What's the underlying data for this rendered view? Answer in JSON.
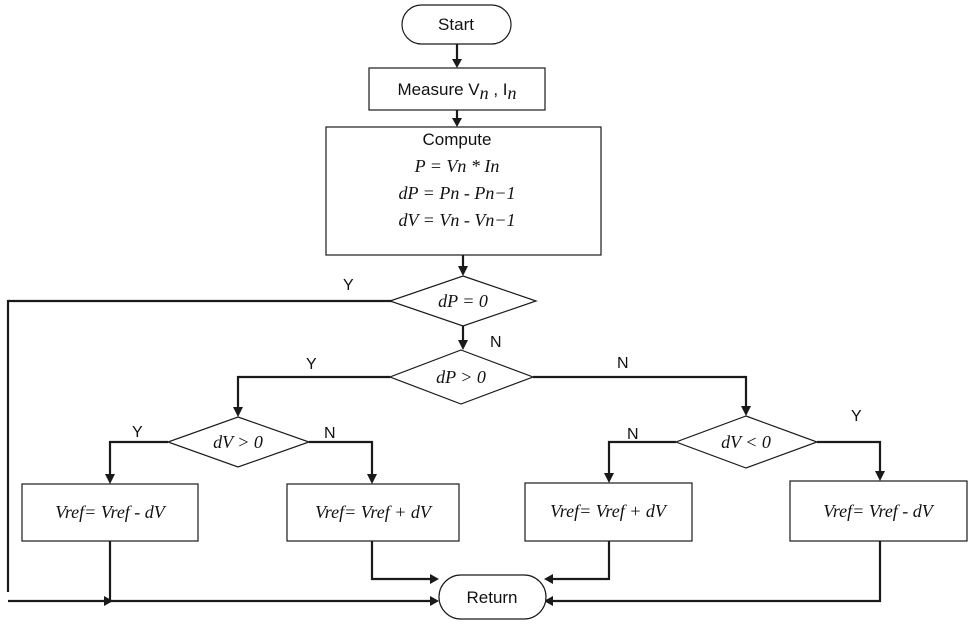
{
  "nodes": {
    "start": "Start",
    "measure": "Measure V",
    "measure_sub_n1": "n",
    "measure_sep": " , I",
    "measure_sub_n2": "n",
    "compute_title": "Compute",
    "eq_power": "P = Vn * In",
    "eq_dp": "dP = Pn - Pn−1",
    "eq_dv": "dV = Vn - Vn−1",
    "decision_dp_zero": "dP = 0",
    "decision_dp_pos": "dP > 0",
    "decision_dv_pos": "dV > 0",
    "decision_dv_neg": "dV < 0",
    "action_1": "Vref= Vref - dV",
    "action_2": "Vref= Vref + dV",
    "action_3": "Vref= Vref + dV",
    "action_4": "Vref= Vref - dV",
    "return": "Return"
  },
  "edge_labels": {
    "dp_zero_yes": "Y",
    "dp_zero_no": "N",
    "dp_pos_yes": "Y",
    "dp_pos_no": "N",
    "dv_pos_yes": "Y",
    "dv_pos_no": "N",
    "dv_neg_no": "N",
    "dv_neg_yes": "Y"
  }
}
